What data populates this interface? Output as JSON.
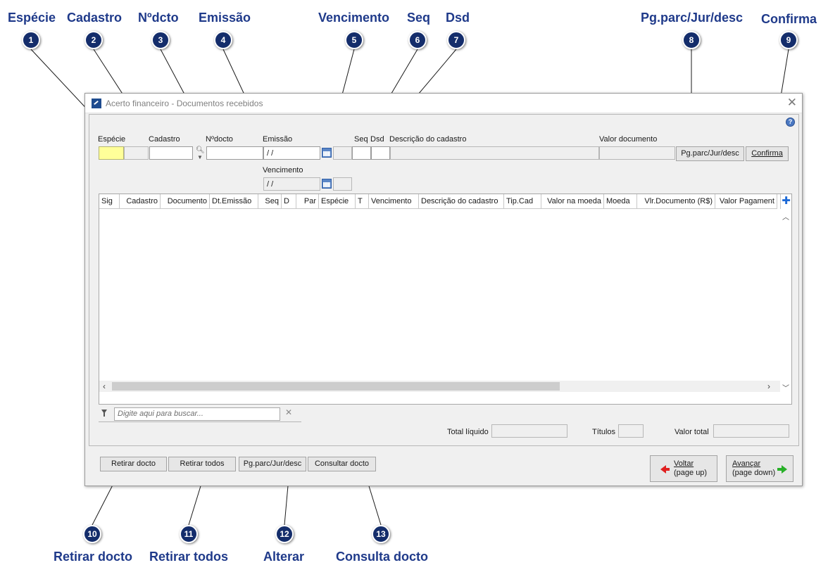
{
  "annotations": [
    {
      "num": "1",
      "title": "Espécie"
    },
    {
      "num": "2",
      "title": "Cadastro"
    },
    {
      "num": "3",
      "title": "Nºdcto"
    },
    {
      "num": "4",
      "title": "Emissão"
    },
    {
      "num": "5",
      "title": "Vencimento"
    },
    {
      "num": "6",
      "title": "Seq"
    },
    {
      "num": "7",
      "title": "Dsd"
    },
    {
      "num": "8",
      "title": "Pg.parc/Jur/desc"
    },
    {
      "num": "9",
      "title": "Confirma"
    },
    {
      "num": "10",
      "title": "Retirar docto"
    },
    {
      "num": "11",
      "title": "Retirar todos"
    },
    {
      "num": "12",
      "title": "Alterar"
    },
    {
      "num": "13",
      "title": "Consulta docto"
    }
  ],
  "window": {
    "title": "Acerto financeiro - Documentos recebidos",
    "close_icon": "close-icon",
    "help_icon": "help-icon"
  },
  "form": {
    "especie_label": "Espécie",
    "cadastro_label": "Cadastro",
    "ndocto_label": "Nºdocto",
    "emissao_label": "Emissão",
    "emissao_value": " / /",
    "vencimento_label": "Vencimento",
    "vencimento_value": " / /",
    "seq_label": "Seq",
    "dsd_label": "Dsd",
    "descricao_label": "Descrição do cadastro",
    "valor_documento_label": "Valor documento",
    "pgparc_button": "Pg.parc/Jur/desc",
    "confirma_button": "Confirma"
  },
  "grid": {
    "columns": [
      "Sig",
      "Cadastro",
      "Documento",
      "Dt.Emissão",
      "Seq",
      "D",
      "Par",
      "Espécie",
      "T",
      "Vencimento",
      "Descrição do cadastro",
      "Tip.Cad",
      "Valor na moeda",
      "Moeda",
      "Vlr.Documento (R$)",
      "Valor Pagament"
    ],
    "add_icon": "plus-icon"
  },
  "search": {
    "placeholder": "Digite aqui para buscar..."
  },
  "totals": {
    "total_liquido_label": "Total líquido",
    "titulos_label": "Títulos",
    "valor_total_label": "Valor total"
  },
  "actions": {
    "retirar_docto": "Retirar docto",
    "retirar_todos": "Retirar todos",
    "pgparc": "Pg.parc/Jur/desc",
    "consultar_docto": "Consultar docto",
    "voltar_line1": "Voltar",
    "voltar_line2": "(page up)",
    "avancar_line1": "Avançar",
    "avancar_line2": "(page down)"
  },
  "colors": {
    "annotation_text": "#1f3a8a",
    "annotation_badge": "#142d6b",
    "required_field": "#ffff99",
    "back_arrow": "#e02020",
    "forward_arrow": "#28b028"
  }
}
